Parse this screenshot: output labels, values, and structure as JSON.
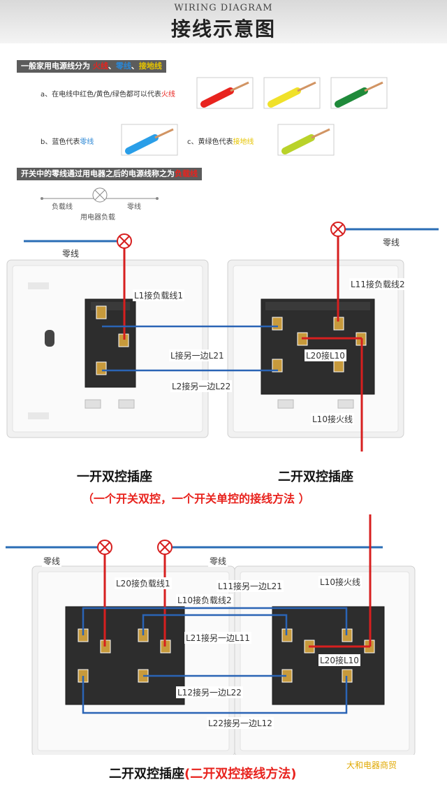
{
  "header": {
    "en": "WIRING DIAGRAM",
    "zh": "接线示意图"
  },
  "intro": {
    "bar": {
      "prefix": "一般家用电源线分为 ",
      "fire": "火线",
      "sep1": "、",
      "zero": "零线",
      "sep2": "、",
      "ground": "接地线"
    },
    "a": {
      "text": "a、在电线中红色/黄色/绿色都可以代表",
      "hl": "火线"
    },
    "b": {
      "text": "b、蓝色代表",
      "hl": "零线"
    },
    "c": {
      "text": "c、黄绿色代表",
      "hl": "接地线"
    }
  },
  "load": {
    "bar": {
      "text": "开关中的零线通过用电器之后的电源线称之为",
      "hl": "负载线"
    },
    "left": "负载线",
    "right": "零线",
    "device": "用电器负载"
  },
  "d1": {
    "neutral_left": "零线",
    "neutral_right": "零线",
    "l1": "L1接负载线1",
    "l11": "L11接负载线2",
    "l_l21": "L接另一边L21",
    "l2_l22": "L2接另一边L22",
    "l20_l10": "L20接L10",
    "l10_fire": "L10接火线",
    "cap_left": "一开双控插座",
    "cap_right": "二开双控插座",
    "note": "（一个开关双控，一个开关单控的接线方法 ）"
  },
  "d2": {
    "neutral_left": "零线",
    "neutral_mid": "零线",
    "l20_load1": "L20接负载线1",
    "l10_load2": "L10接负载线2",
    "l11_l21": "L11接另一边L21",
    "l21_l11": "L21接另一边L11",
    "l12_l22": "L12接另一边L22",
    "l22_l12": "L22接另一边L12",
    "l10_fire": "L10接火线",
    "l20_l10": "L20接L10",
    "cap_main": "二开双控插座",
    "cap_note": "(二开双控接线方法)",
    "watermark": "大和电器商贸"
  },
  "colors": {
    "fire": "#e8231e",
    "neutral": "#2a6db5",
    "wire_red": "#d71f1f",
    "wire_blue": "#2a64b5"
  }
}
